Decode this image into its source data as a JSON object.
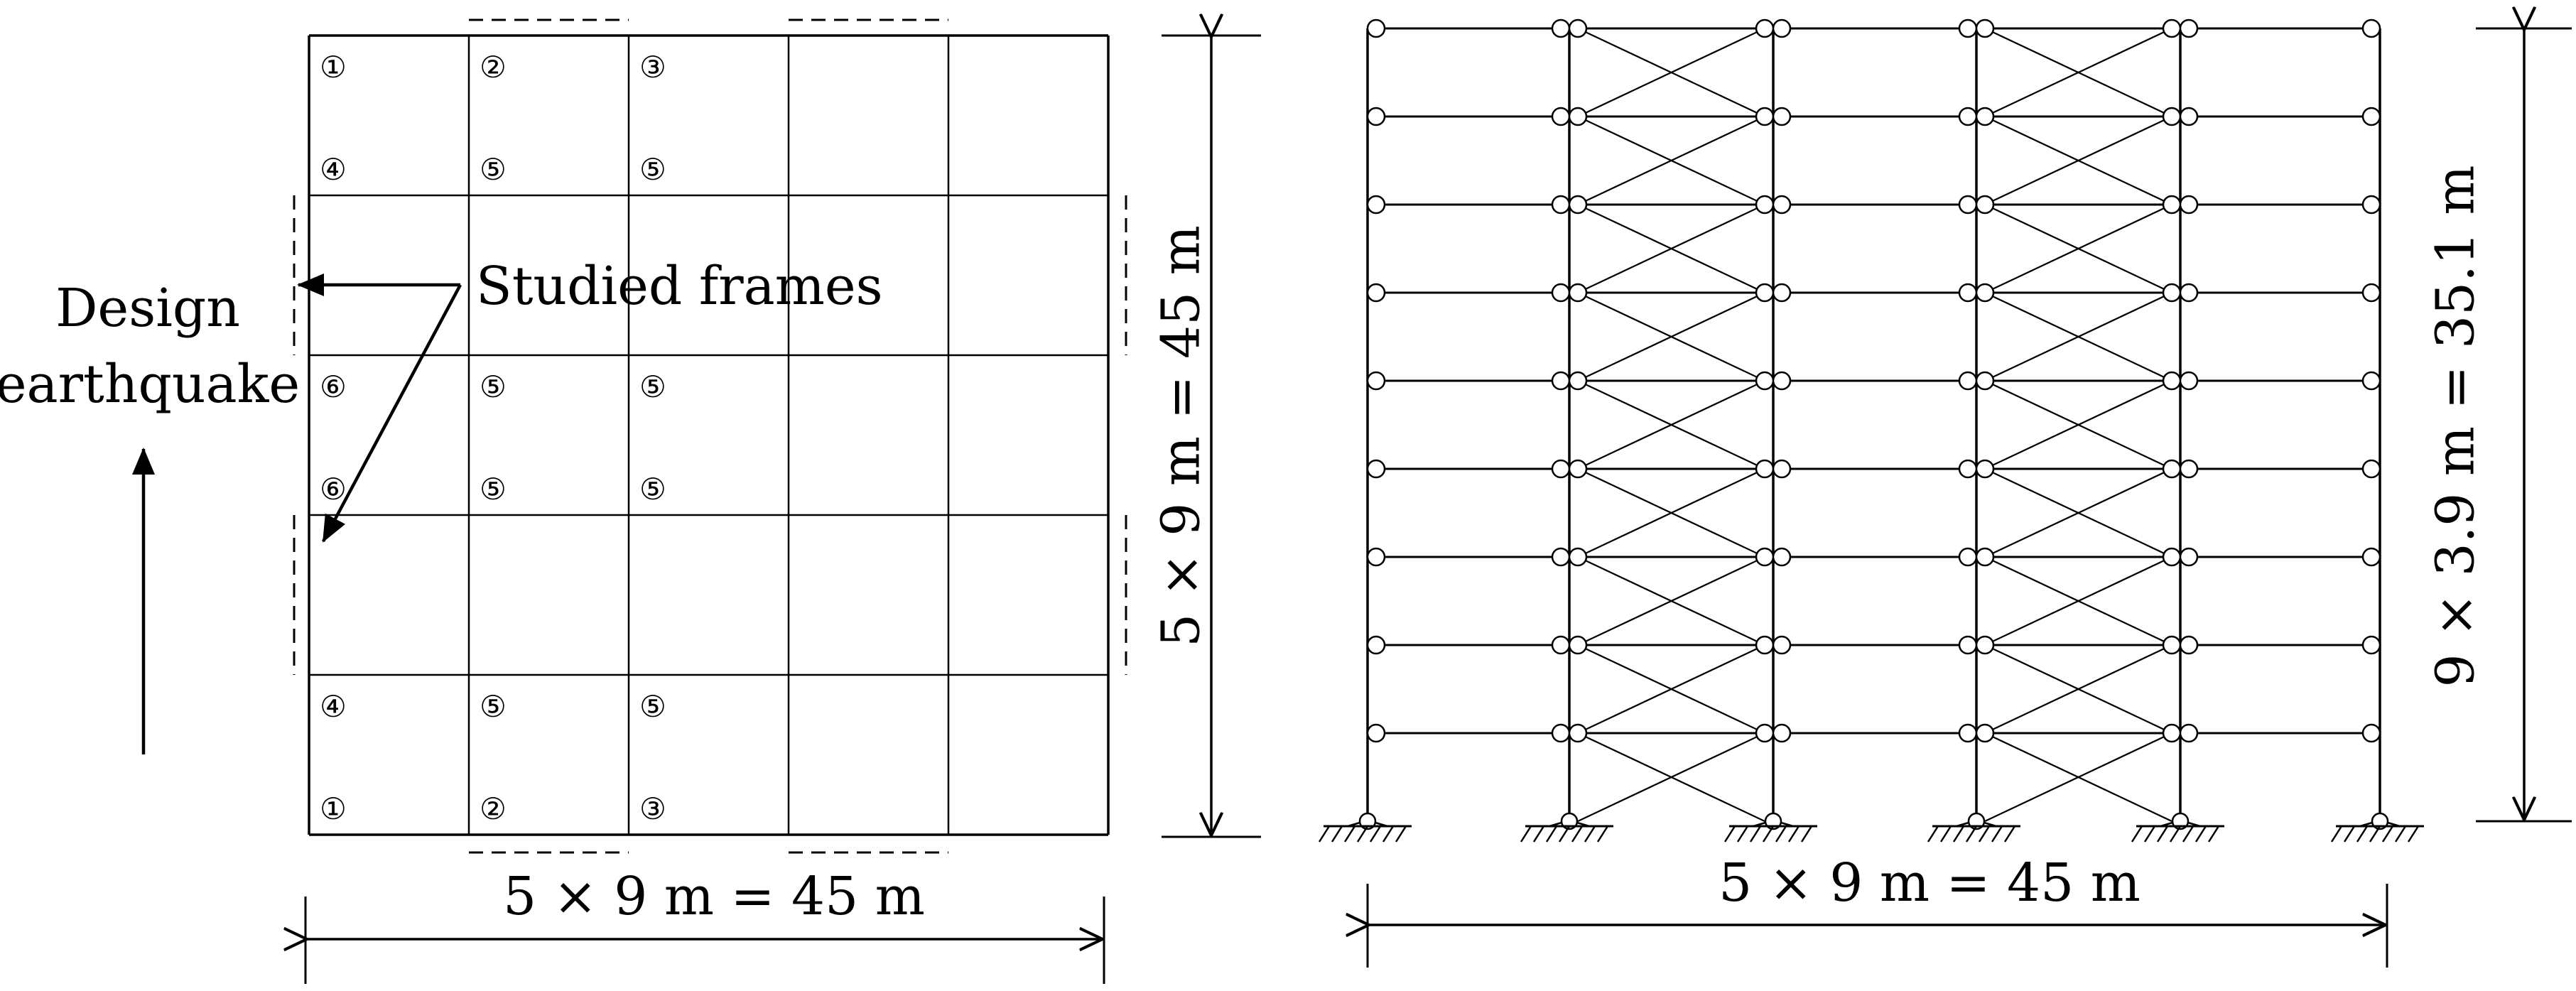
{
  "plan": {
    "cell_labels": [
      {
        "row": 0,
        "col": 0,
        "pos": "top",
        "text": "①"
      },
      {
        "row": 0,
        "col": 1,
        "pos": "top",
        "text": "②"
      },
      {
        "row": 0,
        "col": 2,
        "pos": "top",
        "text": "③"
      },
      {
        "row": 0,
        "col": 0,
        "pos": "bottom",
        "text": "④"
      },
      {
        "row": 0,
        "col": 1,
        "pos": "bottom",
        "text": "⑤"
      },
      {
        "row": 0,
        "col": 2,
        "pos": "bottom",
        "text": "⑤"
      },
      {
        "row": 2,
        "col": 0,
        "pos": "top",
        "text": "⑥"
      },
      {
        "row": 2,
        "col": 1,
        "pos": "top",
        "text": "⑤"
      },
      {
        "row": 2,
        "col": 2,
        "pos": "top",
        "text": "⑤"
      },
      {
        "row": 2,
        "col": 0,
        "pos": "bottom",
        "text": "⑥"
      },
      {
        "row": 2,
        "col": 1,
        "pos": "bottom",
        "text": "⑤"
      },
      {
        "row": 2,
        "col": 2,
        "pos": "bottom",
        "text": "⑤"
      },
      {
        "row": 4,
        "col": 0,
        "pos": "top",
        "text": "④"
      },
      {
        "row": 4,
        "col": 1,
        "pos": "top",
        "text": "⑤"
      },
      {
        "row": 4,
        "col": 2,
        "pos": "top",
        "text": "⑤"
      },
      {
        "row": 4,
        "col": 0,
        "pos": "bottom",
        "text": "①"
      },
      {
        "row": 4,
        "col": 1,
        "pos": "bottom",
        "text": "②"
      },
      {
        "row": 4,
        "col": 2,
        "pos": "bottom",
        "text": "③"
      }
    ],
    "studied_frames_label": "Studied frames",
    "design_label_line1": "Design",
    "design_label_line2": "earthquake",
    "width_dimension": "5 × 9 m = 45 m",
    "depth_dimension": "5 × 9 m = 45 m"
  },
  "elevation": {
    "storeys": 9,
    "bays": 5,
    "braced_bays": [
      1,
      3
    ],
    "width_dimension": "5 × 9 m = 45 m",
    "height_dimension": "9 × 3.9 m = 35.1 m"
  }
}
